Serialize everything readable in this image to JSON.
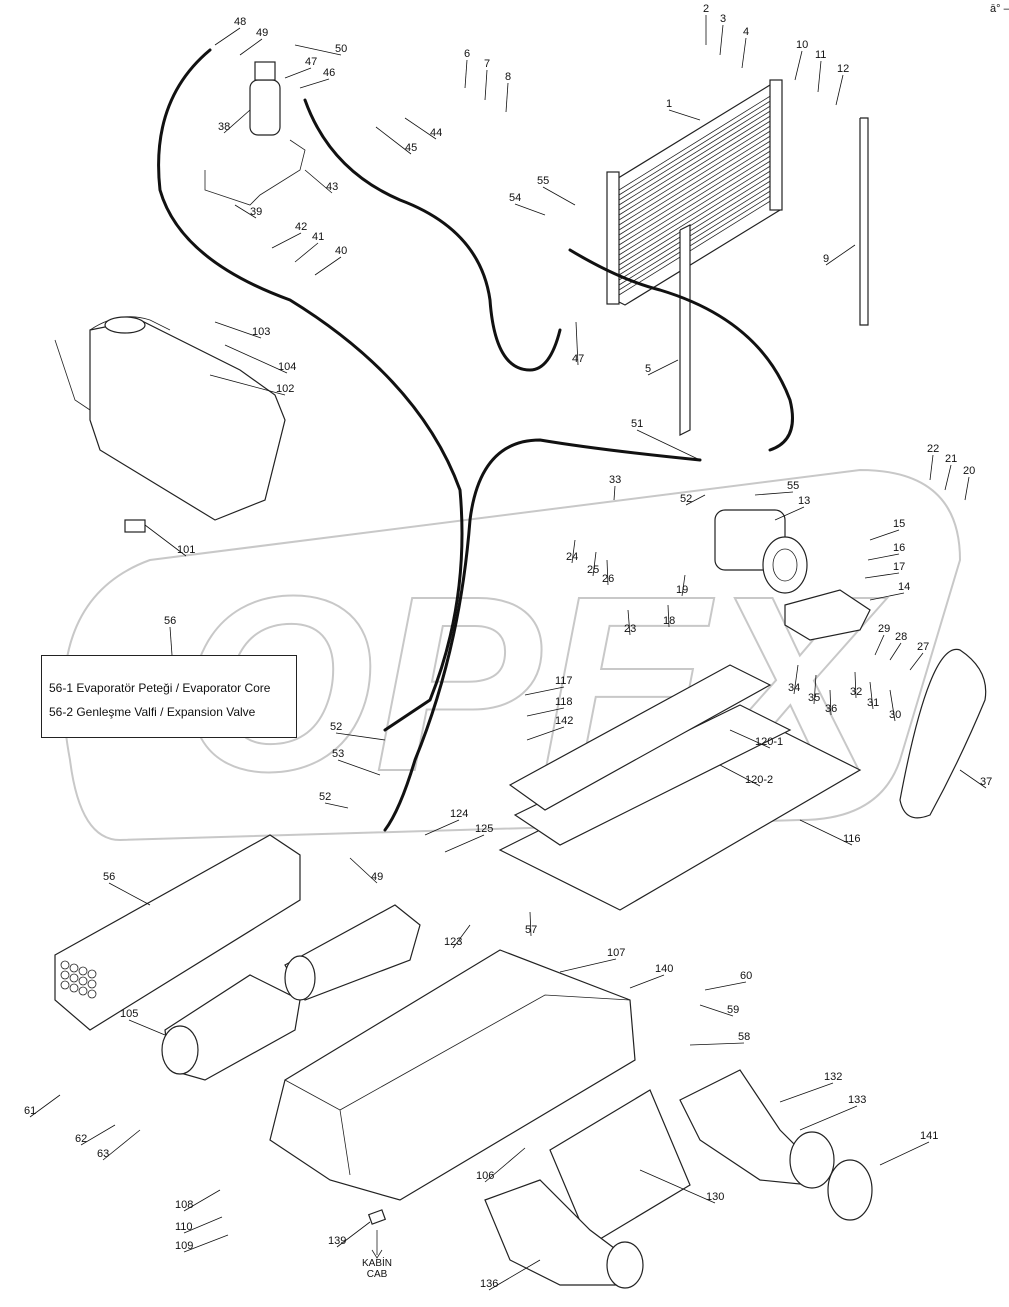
{
  "legend": {
    "items": [
      "56-1 Evaporatör Peteği / Evaporator Core",
      "56-2 Genleşme Valfi / Expansion Valve"
    ]
  },
  "cab_note": {
    "line1": "KABİN",
    "line2": "CAB"
  },
  "watermark": {
    "text": "OPEX"
  },
  "corner_mark": "ā° —",
  "labels": [
    {
      "id": "p1",
      "text": "1"
    },
    {
      "id": "p2",
      "text": "2"
    },
    {
      "id": "p3",
      "text": "3"
    },
    {
      "id": "p4",
      "text": "4"
    },
    {
      "id": "p5",
      "text": "5"
    },
    {
      "id": "p6",
      "text": "6"
    },
    {
      "id": "p7",
      "text": "7"
    },
    {
      "id": "p8",
      "text": "8"
    },
    {
      "id": "p9",
      "text": "9"
    },
    {
      "id": "p10",
      "text": "10"
    },
    {
      "id": "p11",
      "text": "11"
    },
    {
      "id": "p12",
      "text": "12"
    },
    {
      "id": "p13",
      "text": "13"
    },
    {
      "id": "p14",
      "text": "14"
    },
    {
      "id": "p15",
      "text": "15"
    },
    {
      "id": "p16",
      "text": "16"
    },
    {
      "id": "p17",
      "text": "17"
    },
    {
      "id": "p18",
      "text": "18"
    },
    {
      "id": "p19",
      "text": "19"
    },
    {
      "id": "p20",
      "text": "20"
    },
    {
      "id": "p21",
      "text": "21"
    },
    {
      "id": "p22",
      "text": "22"
    },
    {
      "id": "p23",
      "text": "23"
    },
    {
      "id": "p24",
      "text": "24"
    },
    {
      "id": "p25",
      "text": "25"
    },
    {
      "id": "p26",
      "text": "26"
    },
    {
      "id": "p27",
      "text": "27"
    },
    {
      "id": "p28",
      "text": "28"
    },
    {
      "id": "p29",
      "text": "29"
    },
    {
      "id": "p30",
      "text": "30"
    },
    {
      "id": "p31",
      "text": "31"
    },
    {
      "id": "p32",
      "text": "32"
    },
    {
      "id": "p33",
      "text": "33"
    },
    {
      "id": "p34",
      "text": "34"
    },
    {
      "id": "p35",
      "text": "35"
    },
    {
      "id": "p36",
      "text": "36"
    },
    {
      "id": "p37",
      "text": "37"
    },
    {
      "id": "p38",
      "text": "38"
    },
    {
      "id": "p39",
      "text": "39"
    },
    {
      "id": "p40",
      "text": "40"
    },
    {
      "id": "p41",
      "text": "41"
    },
    {
      "id": "p42",
      "text": "42"
    },
    {
      "id": "p43",
      "text": "43"
    },
    {
      "id": "p44",
      "text": "44"
    },
    {
      "id": "p45",
      "text": "45"
    },
    {
      "id": "p46",
      "text": "46"
    },
    {
      "id": "p47a",
      "text": "47"
    },
    {
      "id": "p47b",
      "text": "47"
    },
    {
      "id": "p48",
      "text": "48"
    },
    {
      "id": "p49a",
      "text": "49"
    },
    {
      "id": "p49b",
      "text": "49"
    },
    {
      "id": "p50",
      "text": "50"
    },
    {
      "id": "p51",
      "text": "51"
    },
    {
      "id": "p52a",
      "text": "52"
    },
    {
      "id": "p52b",
      "text": "52"
    },
    {
      "id": "p52c",
      "text": "52"
    },
    {
      "id": "p53",
      "text": "53"
    },
    {
      "id": "p54",
      "text": "54"
    },
    {
      "id": "p55a",
      "text": "55"
    },
    {
      "id": "p55b",
      "text": "55"
    },
    {
      "id": "p56a",
      "text": "56"
    },
    {
      "id": "p56b",
      "text": "56"
    },
    {
      "id": "p57",
      "text": "57"
    },
    {
      "id": "p58",
      "text": "58"
    },
    {
      "id": "p59",
      "text": "59"
    },
    {
      "id": "p60",
      "text": "60"
    },
    {
      "id": "p61",
      "text": "61"
    },
    {
      "id": "p62",
      "text": "62"
    },
    {
      "id": "p63",
      "text": "63"
    },
    {
      "id": "p101",
      "text": "101"
    },
    {
      "id": "p102",
      "text": "102"
    },
    {
      "id": "p103",
      "text": "103"
    },
    {
      "id": "p104",
      "text": "104"
    },
    {
      "id": "p105",
      "text": "105"
    },
    {
      "id": "p106",
      "text": "106"
    },
    {
      "id": "p107",
      "text": "107"
    },
    {
      "id": "p108",
      "text": "108"
    },
    {
      "id": "p109",
      "text": "109"
    },
    {
      "id": "p110",
      "text": "110"
    },
    {
      "id": "p116",
      "text": "116"
    },
    {
      "id": "p117",
      "text": "117"
    },
    {
      "id": "p118",
      "text": "118"
    },
    {
      "id": "p120_1",
      "text": "120-1"
    },
    {
      "id": "p120_2",
      "text": "120-2"
    },
    {
      "id": "p123",
      "text": "123"
    },
    {
      "id": "p124",
      "text": "124"
    },
    {
      "id": "p125",
      "text": "125"
    },
    {
      "id": "p130",
      "text": "130"
    },
    {
      "id": "p132",
      "text": "132"
    },
    {
      "id": "p133",
      "text": "133"
    },
    {
      "id": "p136",
      "text": "136"
    },
    {
      "id": "p139",
      "text": "139"
    },
    {
      "id": "p140",
      "text": "140"
    },
    {
      "id": "p141",
      "text": "141"
    },
    {
      "id": "p142",
      "text": "142"
    }
  ]
}
